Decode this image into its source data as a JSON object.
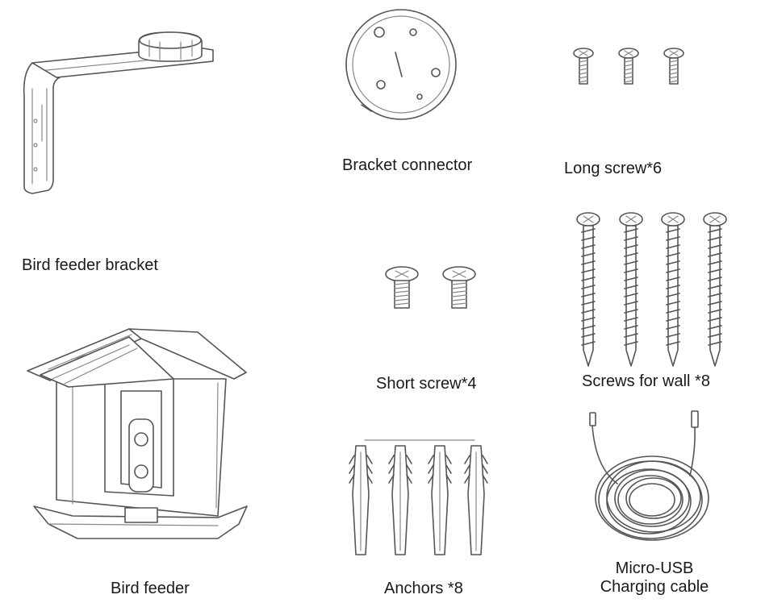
{
  "items": {
    "bracket": {
      "label": "Bird feeder bracket"
    },
    "connector": {
      "label": "Bracket connector"
    },
    "long_screw": {
      "label": "Long screw*6"
    },
    "short_screw": {
      "label": "Short screw*4"
    },
    "wall_screws": {
      "label": "Screws for wall *8"
    },
    "feeder": {
      "label": "Bird feeder"
    },
    "anchors": {
      "label": "Anchors *8"
    },
    "cable": {
      "label_line1": "Micro-USB",
      "label_line2": "Charging cable"
    }
  }
}
